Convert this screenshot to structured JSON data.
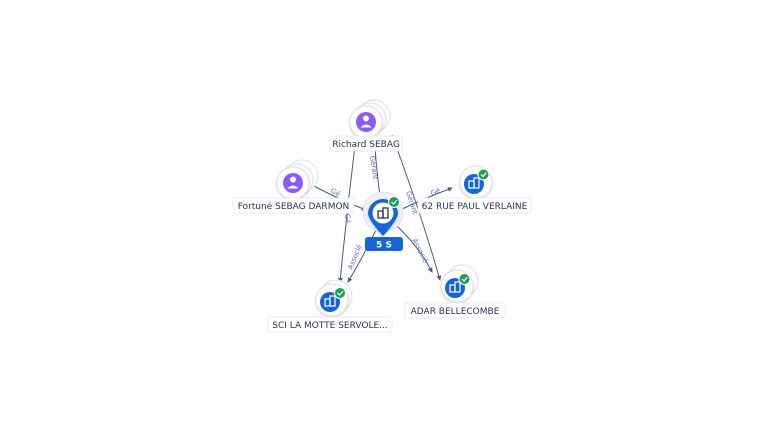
{
  "colors": {
    "person": "#8b5cf6",
    "company": "#1565d8",
    "check": "#1e9e5a",
    "edge": "#4a5a7a",
    "edge_label": "#6a6ab8"
  },
  "center": {
    "label": "5 S",
    "icon": "building-icon"
  },
  "nodes": [
    {
      "id": "richard",
      "label": "Richard SEBAG",
      "kind": "person",
      "icon": "person-icon"
    },
    {
      "id": "fortune",
      "label": "Fortuné SEBAG DARMON",
      "kind": "person",
      "icon": "person-icon"
    },
    {
      "id": "verlaine",
      "label": "62 RUE PAUL VERLAINE",
      "kind": "company",
      "icon": "building-icon"
    },
    {
      "id": "adar",
      "label": "ADAR BELLECOMBE",
      "kind": "company",
      "icon": "building-icon"
    },
    {
      "id": "sci",
      "label": "SCI LA MOTTE SERVOLE...",
      "kind": "company",
      "icon": "building-icon"
    }
  ],
  "edges": [
    {
      "id": "richard-center",
      "label": "Gérant"
    },
    {
      "id": "richard-adar",
      "label": "Gérant"
    },
    {
      "id": "richard-sci",
      "label": "Gé"
    },
    {
      "id": "fortune-center",
      "label": "Gé"
    },
    {
      "id": "center-verlaine",
      "label": "Gé"
    },
    {
      "id": "center-sci",
      "label": "Associé"
    },
    {
      "id": "center-adar",
      "label": "Associé"
    }
  ]
}
